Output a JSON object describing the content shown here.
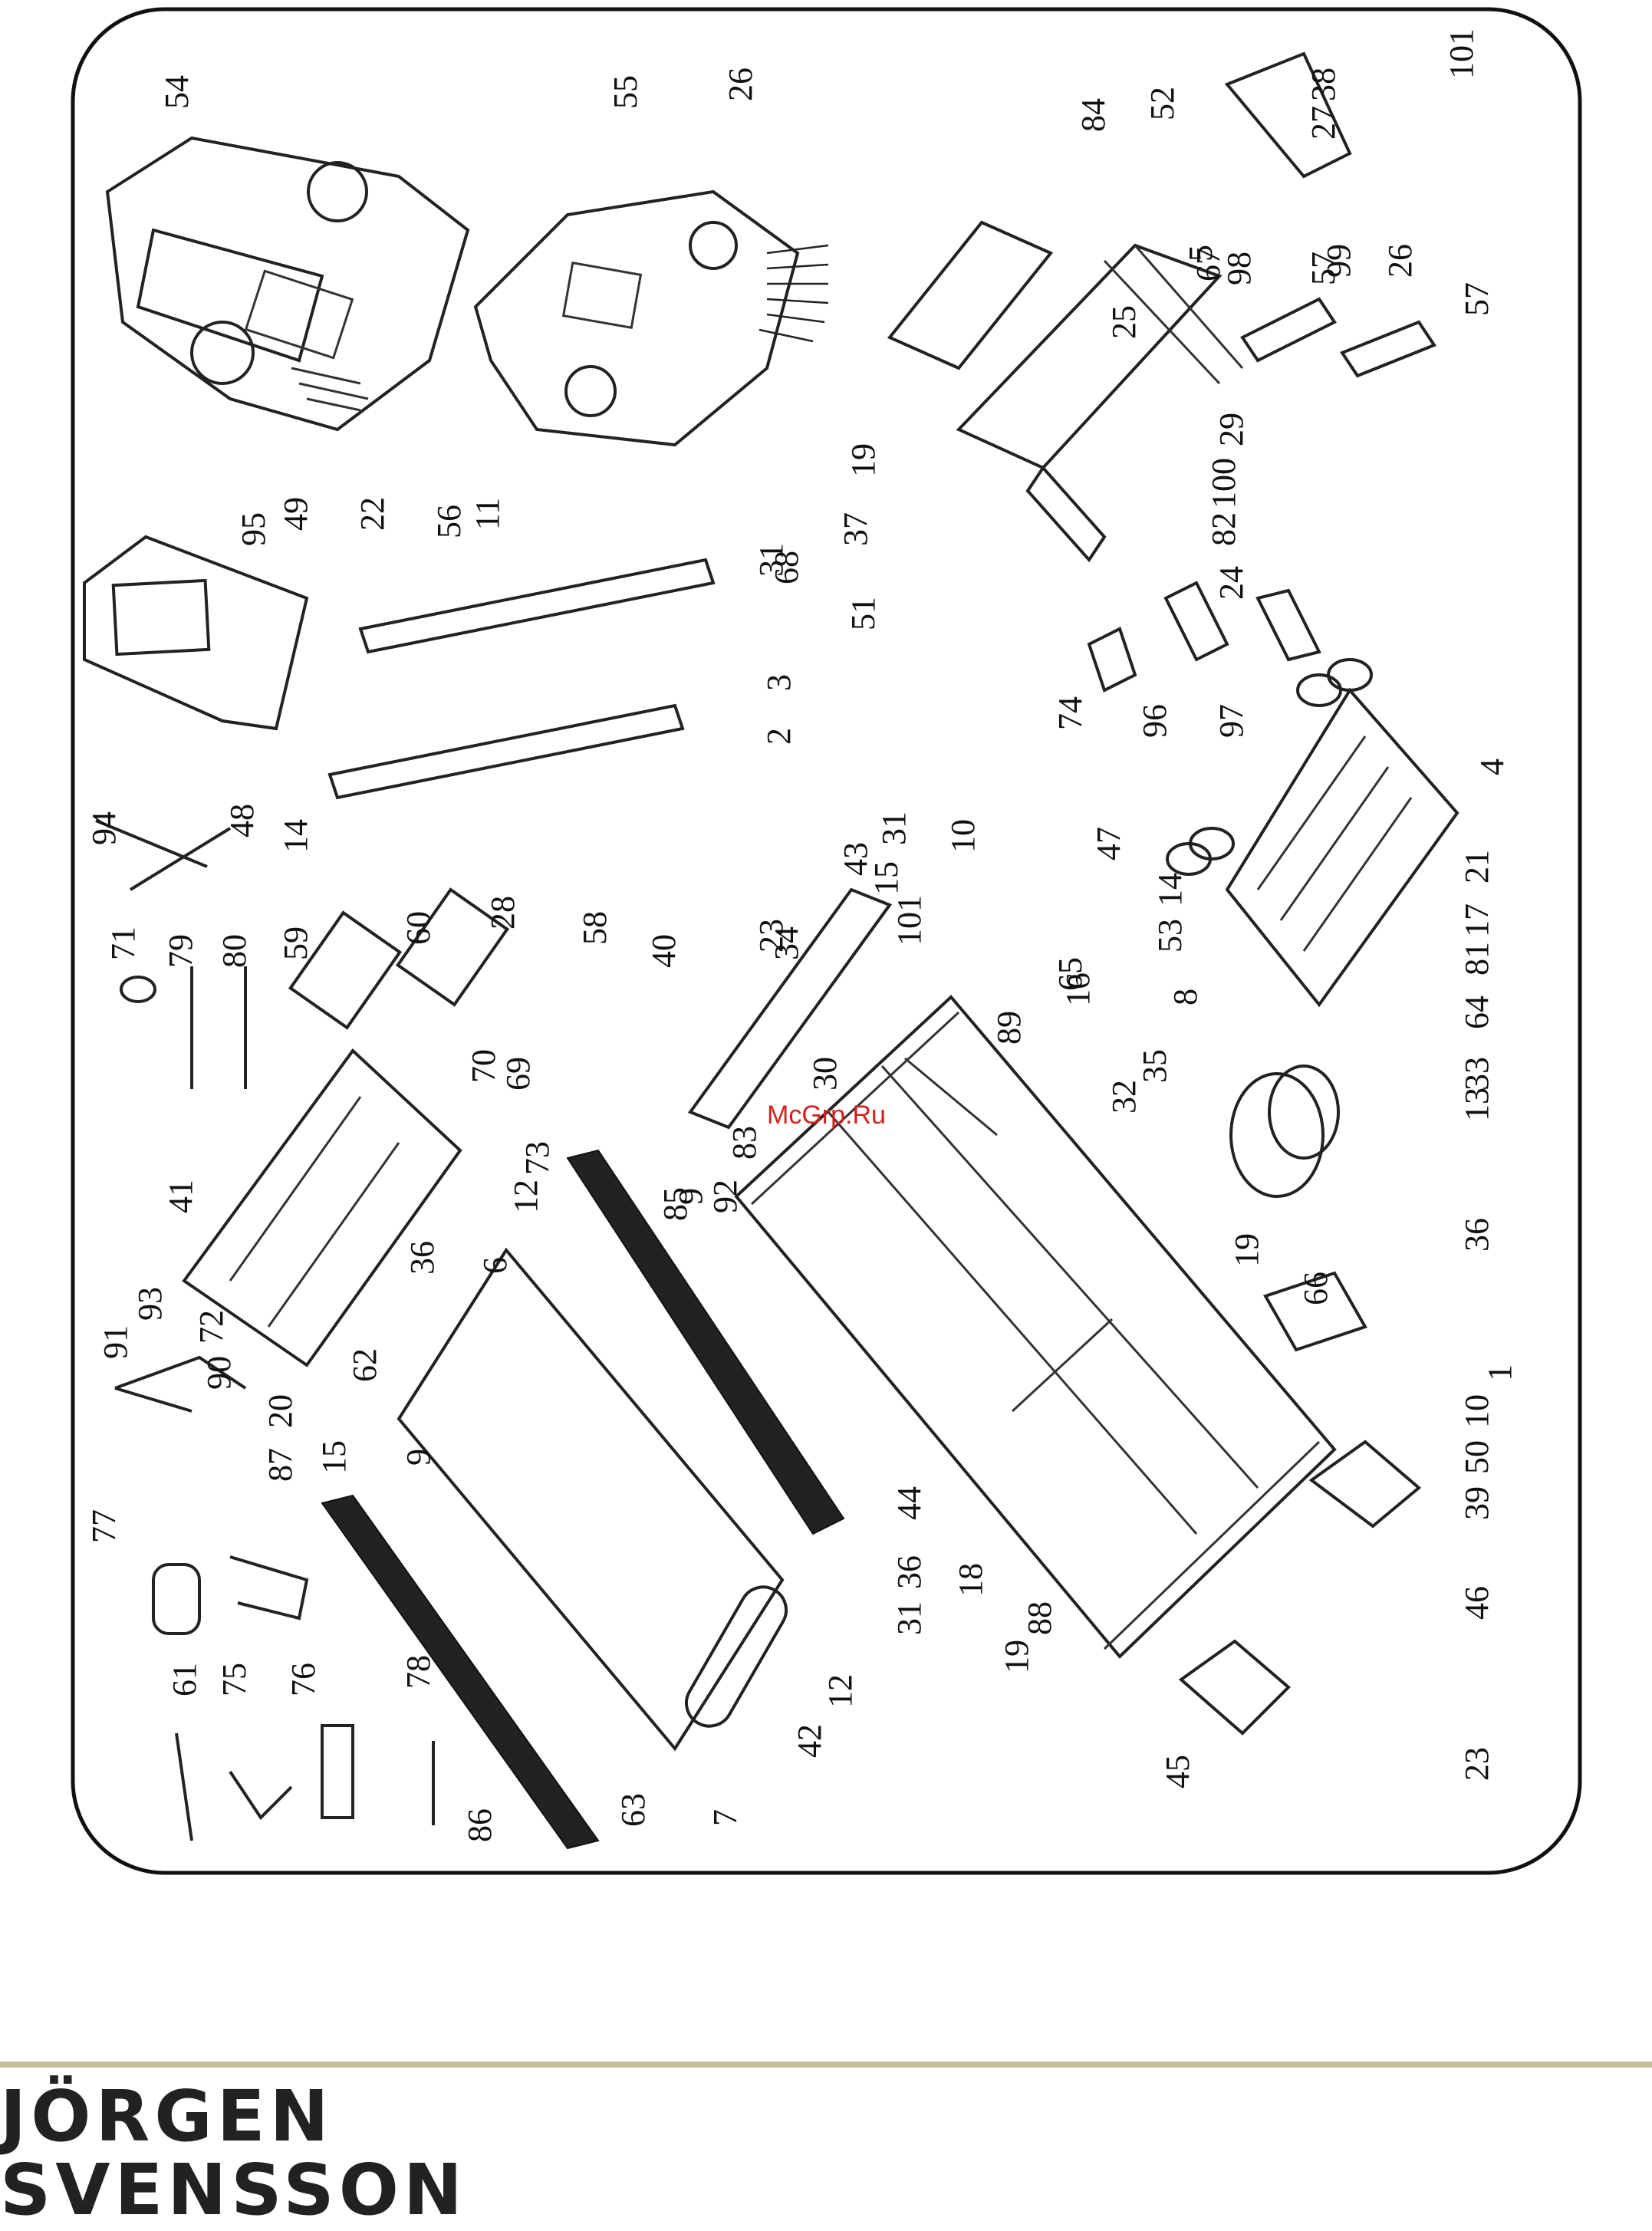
{
  "watermark": "McGrp.Ru",
  "brand": {
    "line1": "JÖRGEN",
    "line2": "SVENSSON"
  },
  "callouts": [
    "1",
    "2",
    "3",
    "4",
    "5",
    "6",
    "7",
    "8",
    "9",
    "9",
    "10",
    "10",
    "11",
    "12",
    "12",
    "13",
    "14",
    "14",
    "15",
    "15",
    "16",
    "17",
    "18",
    "19",
    "19",
    "19",
    "20",
    "21",
    "22",
    "23",
    "23",
    "24",
    "25",
    "26",
    "26",
    "27",
    "28",
    "29",
    "30",
    "31",
    "31",
    "31",
    "32",
    "33",
    "34",
    "35",
    "36",
    "36",
    "36",
    "37",
    "38",
    "39",
    "40",
    "41",
    "42",
    "43",
    "44",
    "45",
    "46",
    "47",
    "48",
    "49",
    "50",
    "51",
    "52",
    "53",
    "54",
    "55",
    "56",
    "57",
    "57",
    "58",
    "59",
    "60",
    "61",
    "62",
    "63",
    "64",
    "65",
    "66",
    "67",
    "68",
    "69",
    "70",
    "71",
    "72",
    "73",
    "74",
    "75",
    "76",
    "77",
    "78",
    "79",
    "80",
    "81",
    "82",
    "83",
    "84",
    "85",
    "86",
    "87",
    "88",
    "89",
    "90",
    "91",
    "92",
    "93",
    "94",
    "95",
    "96",
    "97",
    "98",
    "99",
    "100",
    "101",
    "101"
  ]
}
